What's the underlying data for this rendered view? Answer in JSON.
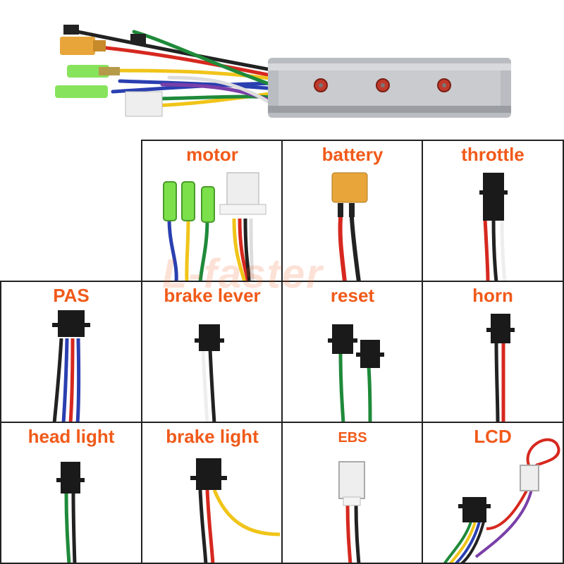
{
  "brand_watermark": "L-faster",
  "accent_color": "#f05a1a",
  "cells": [
    {
      "label": "motor"
    },
    {
      "label": "battery"
    },
    {
      "label": "throttle"
    },
    {
      "label": "PAS"
    },
    {
      "label": "brake lever"
    },
    {
      "label": "reset"
    },
    {
      "label": "horn"
    },
    {
      "label": "head light"
    },
    {
      "label": "brake light"
    },
    {
      "label": "EBS"
    },
    {
      "label": "LCD"
    }
  ]
}
